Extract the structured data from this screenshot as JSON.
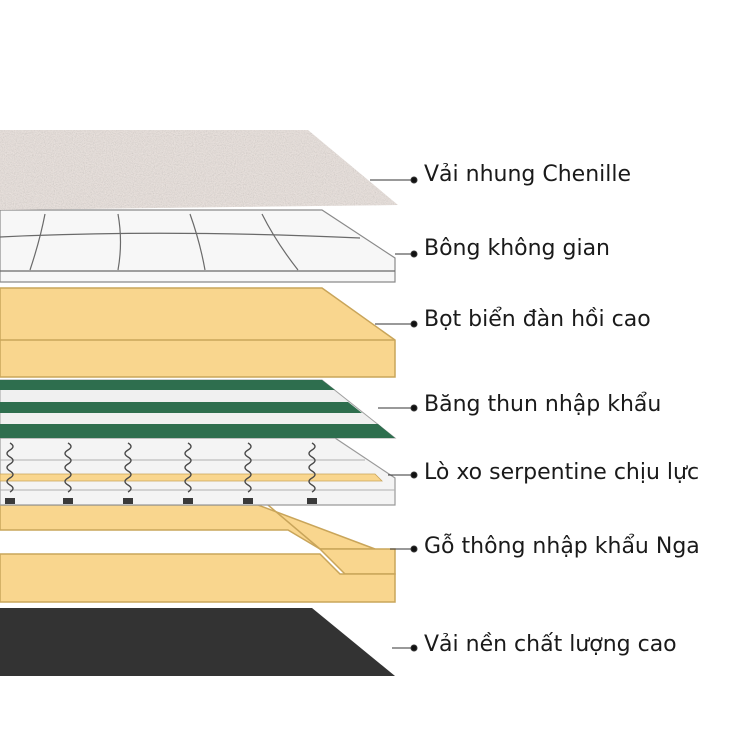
{
  "layers": [
    {
      "label": "Vải nhung Chenille",
      "material": "chenille",
      "color": "#e8e0dc"
    },
    {
      "label": "Bông không gian",
      "material": "padding",
      "color": "#f6f6f6"
    },
    {
      "label": "Bọt biển đàn hồi cao",
      "material": "foam",
      "color": "#f9d68e"
    },
    {
      "label": "Băng thun nhập khẩu",
      "material": "webbing",
      "color": "#2e6e4e"
    },
    {
      "label": "Lò xo serpentine chịu lực",
      "material": "springs",
      "color": "#555555"
    },
    {
      "label": "Gỗ thông nhập khẩu Nga",
      "material": "pine-frame",
      "color": "#f9d68e"
    },
    {
      "label": "Vải nền chất lượng cao",
      "material": "base-fabric",
      "color": "#333333"
    }
  ]
}
